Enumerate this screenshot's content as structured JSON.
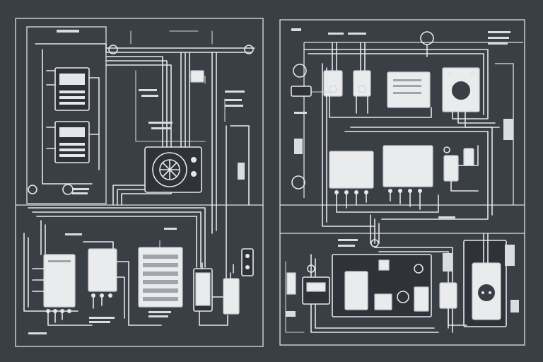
{
  "diagram": {
    "panels": [
      {
        "id": "left-panel",
        "side": "left"
      },
      {
        "id": "right-panel",
        "side": "right"
      }
    ],
    "components": [
      "relay-module",
      "relay-module",
      "fan-unit",
      "terminal-box",
      "terminal-box",
      "vent-panel",
      "power-supply",
      "connector",
      "control-box",
      "control-box",
      "display-panel",
      "breaker-box",
      "junction-box",
      "junction-box",
      "meter",
      "outlet-box",
      "controller-board"
    ],
    "colors": {
      "background": "#3a3e45",
      "wire": "#e4e7ea",
      "component_fill": "#e9ebed"
    }
  }
}
